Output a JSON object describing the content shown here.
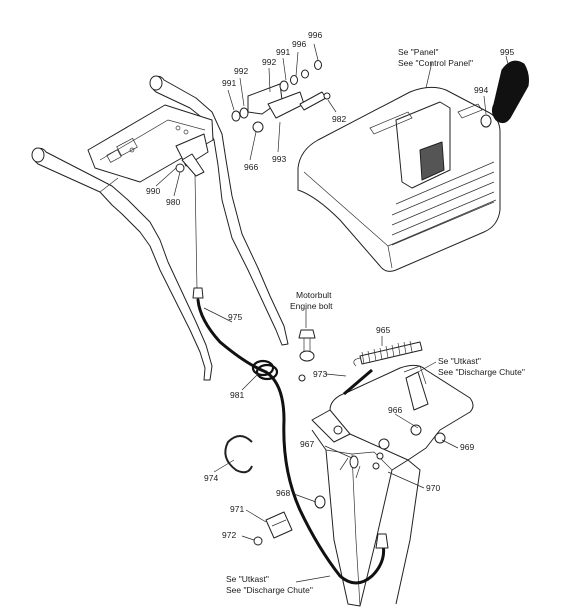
{
  "notes": {
    "panel": [
      "Se \"Panel\"",
      "See \"Control Panel\""
    ],
    "utkast_right": [
      "Se \"Utkast\"",
      "See \"Discharge Chute\""
    ],
    "utkast_bottom": [
      "Se \"Utkast\"",
      "See \"Discharge Chute\""
    ],
    "motorbult": [
      "Motorbult",
      "Engine bolt"
    ]
  },
  "parts": {
    "p996a": "996",
    "p996b": "996",
    "p991a": "991",
    "p992a": "992",
    "p991b": "991",
    "p992b": "992",
    "p982": "982",
    "p966a": "966",
    "p993": "993",
    "p990": "990",
    "p980": "980",
    "p995": "995",
    "p994": "994",
    "p975": "975",
    "p965": "965",
    "p973": "973",
    "p981": "981",
    "p966b": "966",
    "p967": "967",
    "p969": "969",
    "p970": "970",
    "p974": "974",
    "p968": "968",
    "p971": "971",
    "p972": "972"
  },
  "colors": {
    "line": "#222222",
    "cable": "#111111",
    "background": "#ffffff"
  }
}
